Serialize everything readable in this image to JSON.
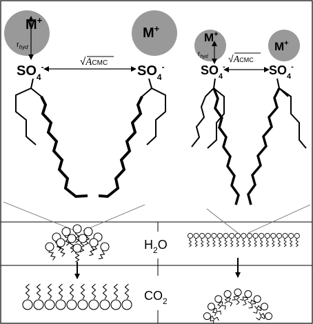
{
  "colors": {
    "ion_fill": "#999999",
    "line": "#000000",
    "background": "#ffffff"
  },
  "ions": {
    "left_1": "M",
    "left_2": "M",
    "right_1": "M",
    "right_2": "M",
    "charge": "+"
  },
  "labels": {
    "r": "r",
    "hyd": "hyd",
    "sqrt_symbol": "√",
    "area": "A",
    "cmc": "CMC",
    "so": "SO",
    "so_sub": "4",
    "so_sup": "-"
  },
  "phases": {
    "h2o": "H",
    "h2o_sub": "2",
    "h2o_tail": "O",
    "co2": "CO",
    "co2_sub": "2"
  }
}
